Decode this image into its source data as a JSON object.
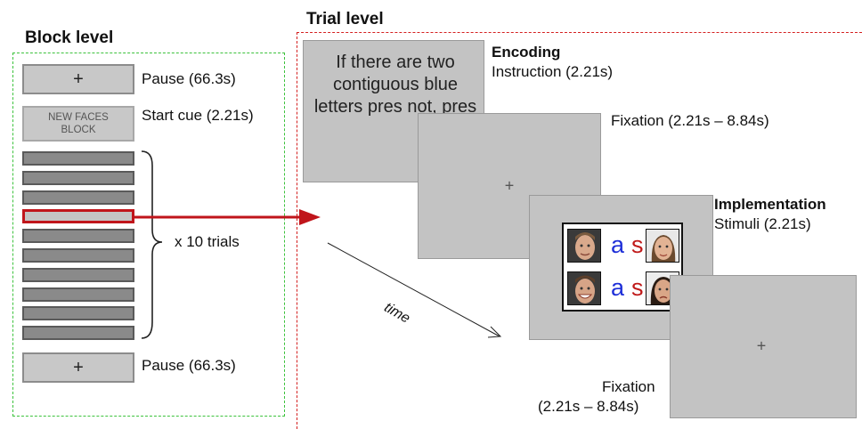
{
  "block_level": {
    "heading": "Block level",
    "pause_symbol": "+",
    "pause_label_top": "Pause (66.3s)",
    "start_cue_text": "NEW FACES BLOCK",
    "start_cue_label": "Start cue (2.21s)",
    "trials_label": "x 10 trials",
    "pause_label_bottom": "Pause (66.3s)",
    "trial_count_drawn": 10
  },
  "trial_level": {
    "heading": "Trial level",
    "encoding_heading": "Encoding",
    "instruction_label": "Instruction (2.21s)",
    "instruction_text": "If there are two contiguous blue letters pres not, pres",
    "fixation_label": "Fixation (2.21s – 8.84s)",
    "fixation_symbol": "+",
    "implementation_heading": "Implementation",
    "stimuli_label": "Stimuli (2.21s)",
    "stimuli_letters": {
      "row1": [
        "a",
        "s"
      ],
      "row2": [
        "a",
        "s"
      ]
    },
    "time_label": "time",
    "final_fixation_line1": "Fixation",
    "final_fixation_line2": "(2.21s – 8.84s)"
  },
  "colors": {
    "block_border": "#3cc23c",
    "trial_border": "#d42020",
    "highlight": "#c0151b",
    "letter_blue": "#1e2fd8",
    "letter_red": "#c01a1a"
  }
}
